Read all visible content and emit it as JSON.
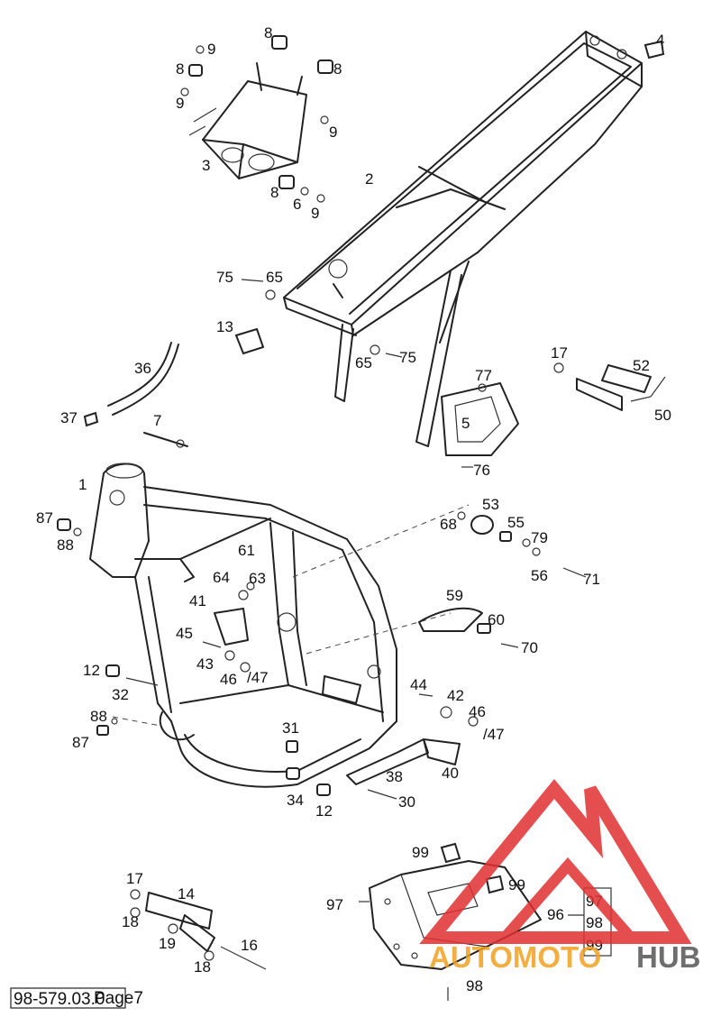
{
  "drawing_number": "98-579.03.0",
  "page_label": "Page7",
  "watermark": {
    "text_left": "AUTOMOTO",
    "text_right": "HUB",
    "color_orange": "#f0a020",
    "color_red": "#e03030",
    "color_dark": "#555555"
  },
  "callouts": [
    {
      "id": "c-9a",
      "text": "9"
    },
    {
      "id": "c-8a",
      "text": "8"
    },
    {
      "id": "c-4",
      "text": "4"
    },
    {
      "id": "c-8b",
      "text": "8"
    },
    {
      "id": "c-8c",
      "text": "8"
    },
    {
      "id": "c-9b",
      "text": "9"
    },
    {
      "id": "c-9c",
      "text": "9"
    },
    {
      "id": "c-3",
      "text": "3"
    },
    {
      "id": "c-8d",
      "text": "8"
    },
    {
      "id": "c-6",
      "text": "6"
    },
    {
      "id": "c-9d",
      "text": "9"
    },
    {
      "id": "c-2",
      "text": "2"
    },
    {
      "id": "c-75a",
      "text": "75"
    },
    {
      "id": "c-65a",
      "text": "65"
    },
    {
      "id": "c-13",
      "text": "13"
    },
    {
      "id": "c-65b",
      "text": "65"
    },
    {
      "id": "c-75b",
      "text": "75"
    },
    {
      "id": "c-17a",
      "text": "17"
    },
    {
      "id": "c-52",
      "text": "52"
    },
    {
      "id": "c-36",
      "text": "36"
    },
    {
      "id": "c-77",
      "text": "77"
    },
    {
      "id": "c-50",
      "text": "50"
    },
    {
      "id": "c-37",
      "text": "37"
    },
    {
      "id": "c-7",
      "text": "7"
    },
    {
      "id": "c-5",
      "text": "5"
    },
    {
      "id": "c-76",
      "text": "76"
    },
    {
      "id": "c-1",
      "text": "1"
    },
    {
      "id": "c-53",
      "text": "53"
    },
    {
      "id": "c-87a",
      "text": "87"
    },
    {
      "id": "c-68",
      "text": "68"
    },
    {
      "id": "c-55",
      "text": "55"
    },
    {
      "id": "c-79",
      "text": "79"
    },
    {
      "id": "c-88a",
      "text": "88"
    },
    {
      "id": "c-61",
      "text": "61"
    },
    {
      "id": "c-56",
      "text": "56"
    },
    {
      "id": "c-71",
      "text": "71"
    },
    {
      "id": "c-64",
      "text": "64"
    },
    {
      "id": "c-63",
      "text": "63"
    },
    {
      "id": "c-59",
      "text": "59"
    },
    {
      "id": "c-41",
      "text": "41"
    },
    {
      "id": "c-60",
      "text": "60"
    },
    {
      "id": "c-45",
      "text": "45"
    },
    {
      "id": "c-70",
      "text": "70"
    },
    {
      "id": "c-43",
      "text": "43"
    },
    {
      "id": "c-46a",
      "text": "46"
    },
    {
      "id": "c-47a",
      "text": "/47"
    },
    {
      "id": "c-12a",
      "text": "12"
    },
    {
      "id": "c-44",
      "text": "44"
    },
    {
      "id": "c-42",
      "text": "42"
    },
    {
      "id": "c-32",
      "text": "32"
    },
    {
      "id": "c-46b",
      "text": "46"
    },
    {
      "id": "c-88b",
      "text": "88"
    },
    {
      "id": "c-47b",
      "text": "/47"
    },
    {
      "id": "c-87b",
      "text": "87"
    },
    {
      "id": "c-31",
      "text": "31"
    },
    {
      "id": "c-38",
      "text": "38"
    },
    {
      "id": "c-40",
      "text": "40"
    },
    {
      "id": "c-34",
      "text": "34"
    },
    {
      "id": "c-30",
      "text": "30"
    },
    {
      "id": "c-12b",
      "text": "12"
    },
    {
      "id": "c-99a",
      "text": "99"
    },
    {
      "id": "c-17b",
      "text": "17"
    },
    {
      "id": "c-14",
      "text": "14"
    },
    {
      "id": "c-99b",
      "text": "99"
    },
    {
      "id": "c-97a",
      "text": "97"
    },
    {
      "id": "c-97b",
      "text": "97"
    },
    {
      "id": "c-18a",
      "text": "18"
    },
    {
      "id": "c-96",
      "text": "96"
    },
    {
      "id": "c-98a",
      "text": "98"
    },
    {
      "id": "c-19",
      "text": "19"
    },
    {
      "id": "c-16",
      "text": "16"
    },
    {
      "id": "c-99c",
      "text": "99"
    },
    {
      "id": "c-18b",
      "text": "18"
    },
    {
      "id": "c-98b",
      "text": "98"
    }
  ]
}
